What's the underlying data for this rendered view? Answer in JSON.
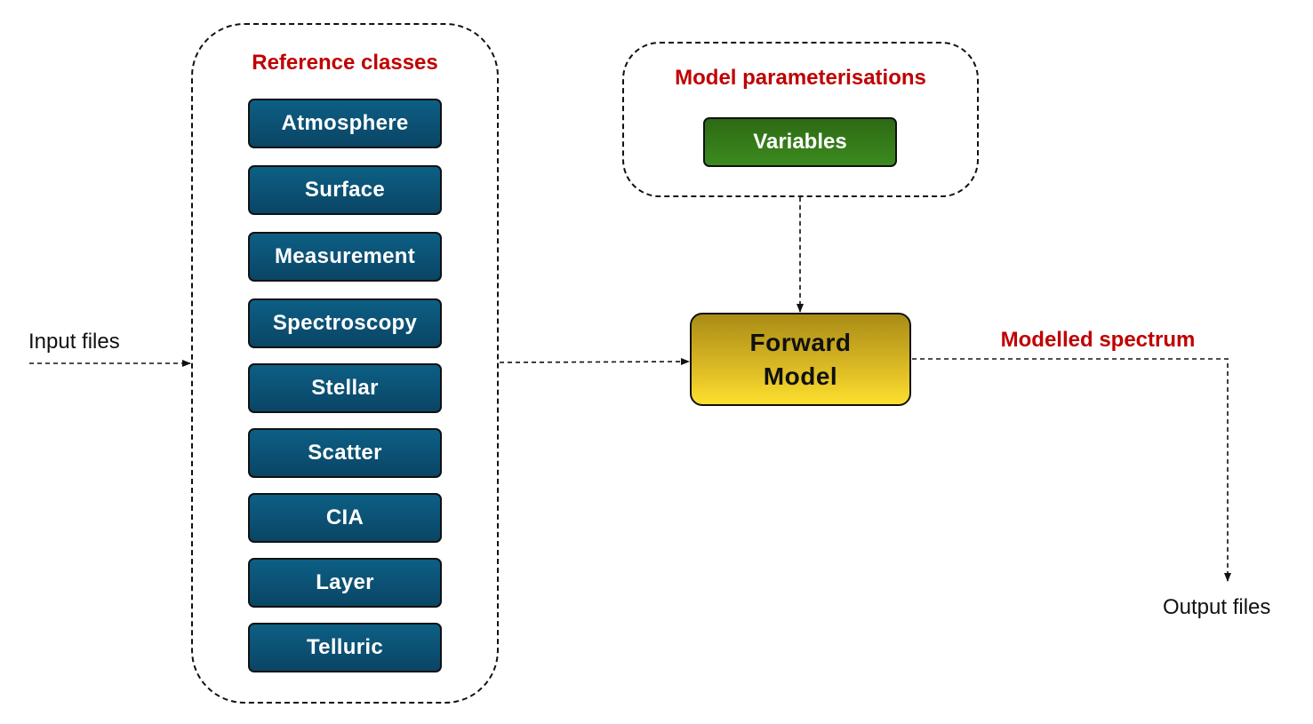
{
  "reference_classes": {
    "title": "Reference classes",
    "items": [
      {
        "label": "Atmosphere"
      },
      {
        "label": "Surface"
      },
      {
        "label": "Measurement"
      },
      {
        "label": "Spectroscopy"
      },
      {
        "label": "Stellar"
      },
      {
        "label": "Scatter"
      },
      {
        "label": "CIA"
      },
      {
        "label": "Layer"
      },
      {
        "label": "Telluric"
      }
    ]
  },
  "model_parameterisations": {
    "title": "Model parameterisations",
    "variables_label": "Variables"
  },
  "forward_model": {
    "line1": "Forward",
    "line2": "Model"
  },
  "flow": {
    "input_label": "Input files",
    "output_label": "Output files",
    "spectrum_label": "Modelled spectrum"
  },
  "colors": {
    "title_red": "#c00000",
    "class_blue": "#0b4f72",
    "variables_green": "#358019",
    "forward_yellow": "#f5d62a"
  }
}
